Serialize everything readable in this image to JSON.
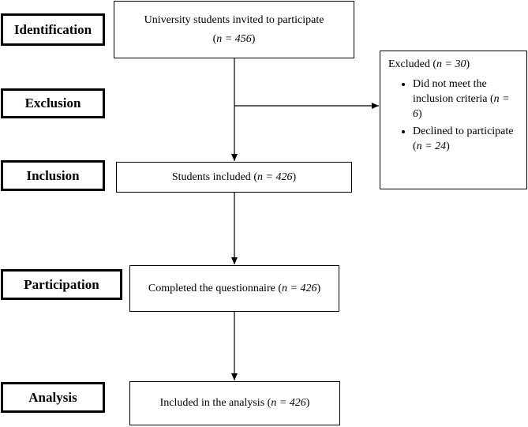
{
  "stages": {
    "identification": "Identification",
    "exclusion": "Exclusion",
    "inclusion": "Inclusion",
    "participation": "Participation",
    "analysis": "Analysis"
  },
  "n_prefix": "n",
  "boxes": {
    "invited": {
      "text": "University students invited to participate",
      "n": "456"
    },
    "excluded": {
      "title": "Excluded",
      "n": "30",
      "reasons": [
        {
          "text": "Did not meet the inclusion criteria",
          "n": "6"
        },
        {
          "text": "Declined to participate",
          "n": "24"
        }
      ]
    },
    "included": {
      "text": "Students included",
      "n": "426"
    },
    "completed": {
      "text": "Completed the questionnaire",
      "n": "426"
    },
    "analysis": {
      "text": "Included in the analysis",
      "n": "426"
    }
  }
}
